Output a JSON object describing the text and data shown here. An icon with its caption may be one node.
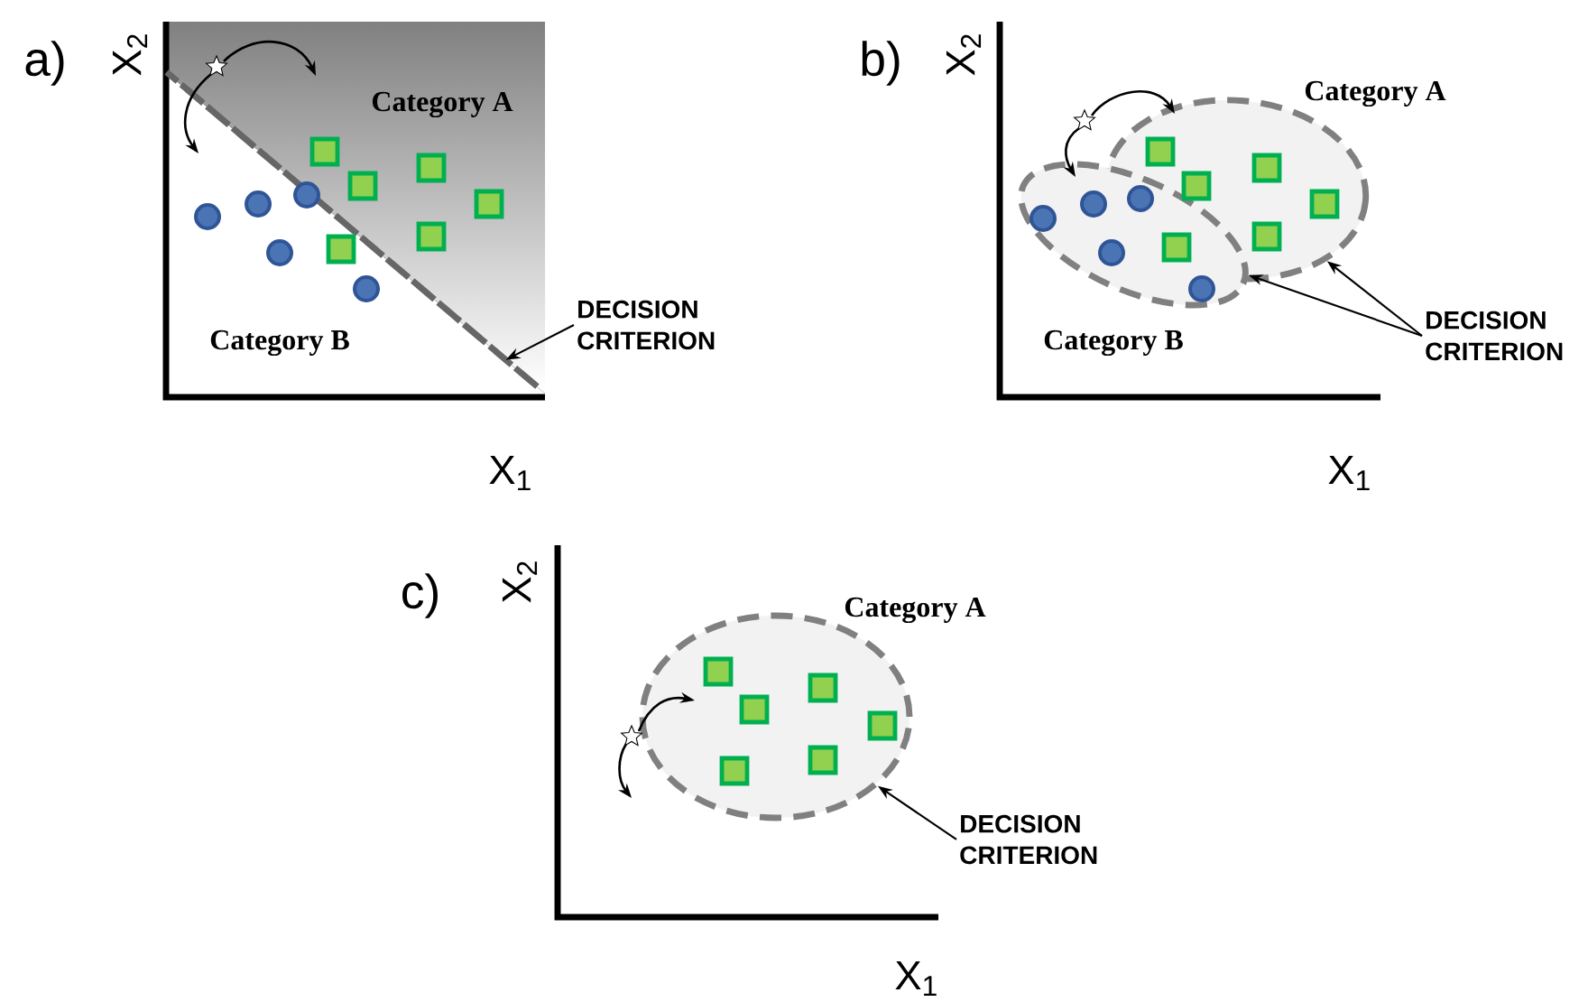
{
  "diagram": {
    "nodes": [
      {
        "text": [
          "DECISION CRITERION"
        ]
      },
      {
        "text": [],
        "shape": "line"
      },
      {
        "text": [
          "DECISION CRITERION"
        ]
      },
      {
        "text": [],
        "shape": "ellipse"
      },
      {
        "text": [],
        "shape": "ellipse"
      },
      {
        "text": [
          "DECISION CRITERION"
        ]
      },
      {
        "text": [],
        "shape": "ellipse"
      }
    ],
    "edges": [
      {
        "from": 0,
        "to": 1,
        "arrow": "to"
      },
      {
        "from": 2,
        "to": 3,
        "arrow": "to"
      },
      {
        "from": 2,
        "to": 4,
        "arrow": "to"
      },
      {
        "from": 5,
        "to": 6,
        "arrow": "to"
      }
    ],
    "labels": [
      "a)",
      "X$_{2}$",
      "Category A",
      "Category B",
      "X$_{1}$",
      "b)",
      "X$_{2}$",
      "Category A",
      "Category B",
      "X$_{1}$",
      "c)",
      "X$_{2}$",
      "Category A",
      "X$_{1}$"
    ]
  }
}
